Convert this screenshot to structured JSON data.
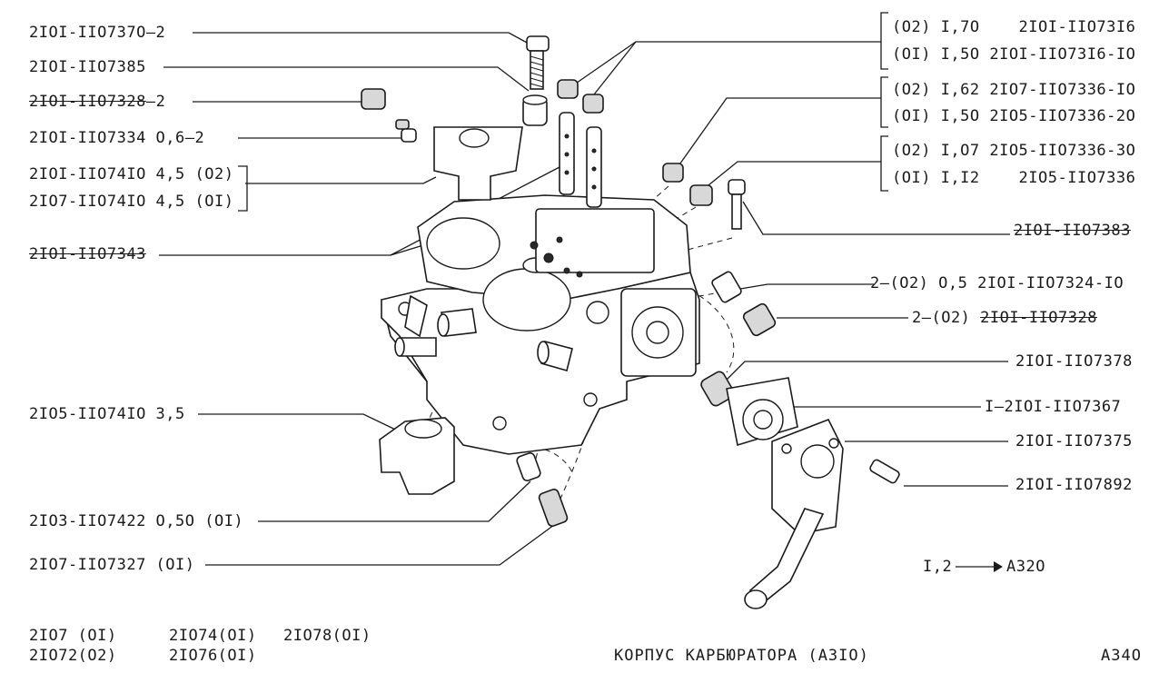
{
  "callouts_left": [
    {
      "text": "2IOI-IIO737O—2",
      "struck": false
    },
    {
      "text": "2IOI-IIO7385",
      "struck": false
    },
    {
      "text": "2IOI-IIO7328",
      "struck": true,
      "suffix": "—2"
    },
    {
      "text": "2IOI-IIO7334 O,6—2",
      "struck": false
    },
    {
      "text": "2IOI-IIO74IO 4,5 (O2)",
      "struck": false
    },
    {
      "text": "2IO7-IIO74IO 4,5 (OI)",
      "struck": false
    },
    {
      "text": "2IOI-IIO7343",
      "struck": true
    },
    {
      "text": "2IO5-IIO74IO 3,5",
      "struck": false
    },
    {
      "text": "2IO3-IIO7422 O,5O (OI)",
      "struck": false
    },
    {
      "text": "2IO7-IIO7327 (OI)",
      "struck": false
    }
  ],
  "callouts_right": [
    {
      "text": "(O2) I,7O    2IOI-IIO73I6"
    },
    {
      "text": "(OI) I,5O 2IOI-IIO73I6-IO"
    },
    {
      "text": "(O2) I,62 2IO7-IIO7336-IO"
    },
    {
      "text": "(OI) I,5O 2IO5-IIO7336-2O"
    },
    {
      "text": "(O2) I,O7 2IO5-IIO7336-3O"
    },
    {
      "text": "(OI) I,I2    2IO5-IIO7336"
    },
    {
      "text": "2IOI-IIO7383",
      "struck": true
    },
    {
      "text": "2—(O2) O,5 2IOI-IIO7324-IO"
    },
    {
      "text": "2—(O2) ",
      "struck_part": "2IOI-IIO7328"
    },
    {
      "text": "2IOI-IIO7378"
    },
    {
      "text": "I—2IOI-IIO7367"
    },
    {
      "text": "2IOI-IIO7375"
    },
    {
      "text": "2IOI-IIO7892"
    }
  ],
  "ref_arrow": {
    "left": "I,2",
    "right": "A32O"
  },
  "models": {
    "row1": [
      "2IO7 (OI)",
      "2IO74(OI)",
      "2IO78(OI)"
    ],
    "row2": [
      "2IO72(O2)",
      "2IO76(OI)"
    ]
  },
  "title": "КОРПУС  КАРБЮРАТОРА (A3IO)",
  "page_code": "A34O"
}
